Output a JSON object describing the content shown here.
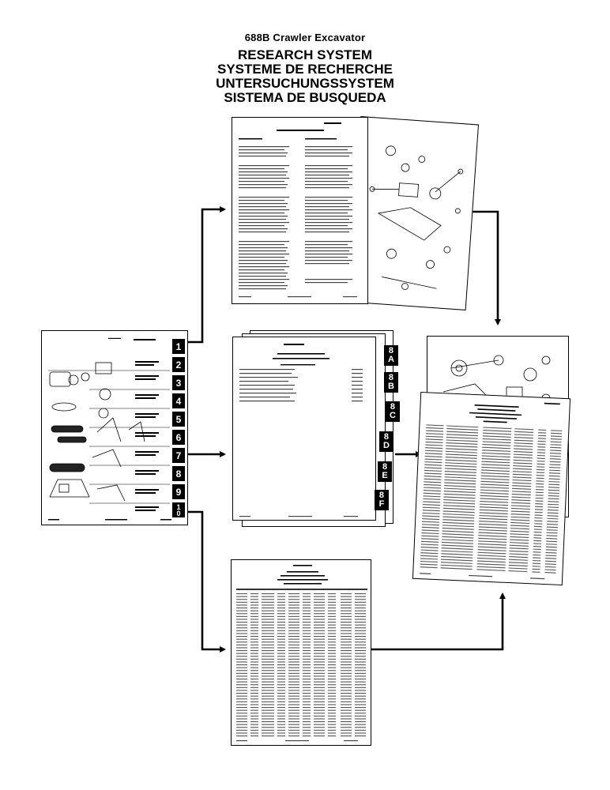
{
  "header": {
    "model": "688B Crawler Excavator",
    "titles": [
      "RESEARCH SYSTEM",
      "SYSTEME DE RECHERCHE",
      "UNTERSUCHUNGSSYSTEM",
      "SISTEMA DE BUSQUEDA"
    ]
  },
  "chapter_tabs": [
    "1",
    "2",
    "3",
    "4",
    "5",
    "6",
    "7",
    "8",
    "9",
    "1\n0"
  ],
  "section_tabs": [
    "8\nA",
    "8\nB",
    "8\nC",
    "8\nD",
    "8\nE",
    "8\nF"
  ]
}
